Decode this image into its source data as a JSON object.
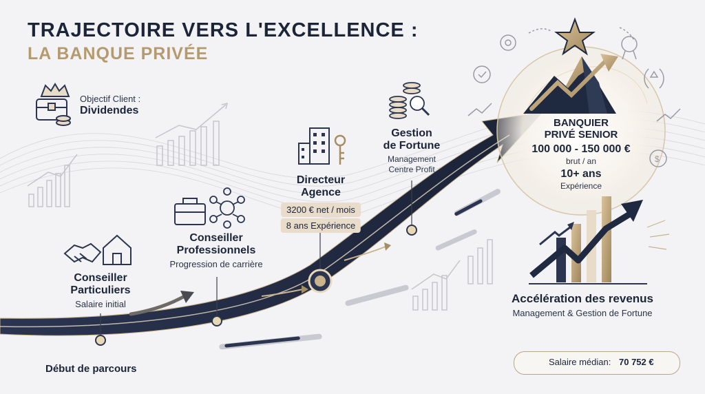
{
  "header": {
    "title": "TRAJECTOIRE VERS L'EXCELLENCE :",
    "subtitle": "LA BANQUE PRIVÉE"
  },
  "objective": {
    "label": "Objectif Client :",
    "value": "Dividendes"
  },
  "milestones": {
    "start": {
      "label": "Début de parcours"
    },
    "particuliers": {
      "line1": "Conseiller",
      "line2": "Particuliers",
      "detail": "Salaire initial"
    },
    "professionnels": {
      "line1": "Conseiller",
      "line2": "Professionnels",
      "detail": "Progression de carrière"
    },
    "directeur": {
      "line1": "Directeur",
      "line2": "Agence",
      "salary": "3200 € net / mois",
      "experience": "8 ans Expérience"
    },
    "gestion": {
      "line1": "Gestion",
      "line2": "de Fortune",
      "detail1": "Management",
      "detail2": "Centre Profit"
    },
    "senior": {
      "line1": "BANQUIER",
      "line2": "PRIVÉ SENIOR",
      "salary": "100 000 - 150 000 €",
      "salary_unit": "brut / an",
      "years": "10+ ans",
      "years_label": "Expérience"
    }
  },
  "acceleration": {
    "title": "Accélération des revenus",
    "detail": "Management & Gestion de Fortune"
  },
  "median": {
    "label": "Salaire médian:",
    "value": "70 752 €"
  },
  "colors": {
    "navy": "#1b2438",
    "gold": "#b59a6f",
    "gold_light": "#e9dccb",
    "background": "#f3f3f5"
  }
}
